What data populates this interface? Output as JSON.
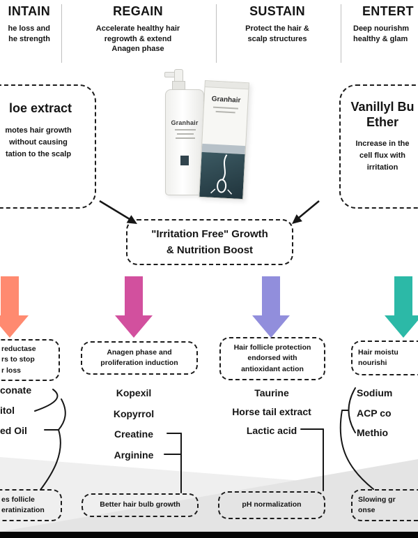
{
  "product": {
    "brand": "Granhair"
  },
  "center_box": {
    "text": "\"Irritation Free\" Growth\n& Nutrition Boost"
  },
  "left_box": {
    "title": "loe extract",
    "body": "motes hair growth\nwithout causing\ntation to the scalp"
  },
  "right_box": {
    "title": "Vanillyl Bu\nEther",
    "body": "Increase in the\ncell flux with\nirritation"
  },
  "columns": [
    {
      "header": "INTAIN",
      "subtitle": "he loss and\nhe strength",
      "arrow_color": "#ff8a70",
      "mechanism": "reductase\nrs to stop\nr loss",
      "ingredients": [
        "conate",
        "itol",
        "ed Oil"
      ],
      "outcome": "es follicle\neratinization"
    },
    {
      "header": "REGAIN",
      "subtitle": "Accelerate healthy hair\nregrowth & extend\nAnagen phase",
      "arrow_color": "#d2509e",
      "mechanism": "Anagen phase and\nproliferation induction",
      "ingredients": [
        "Kopexil",
        "Kopyrrol",
        "Creatine",
        "Arginine"
      ],
      "outcome": "Better hair bulb growth"
    },
    {
      "header": "SUSTAIN",
      "subtitle": "Protect the hair &\nscalp structures",
      "arrow_color": "#918edc",
      "mechanism": "Hair follicle protection\nendorsed with\nantioxidant action",
      "ingredients": [
        "Taurine",
        "Horse tail extract",
        "Lactic acid"
      ],
      "outcome": "pH normalization"
    },
    {
      "header": "ENTERT",
      "subtitle": "Deep nourishm\nhealthy & glam",
      "arrow_color": "#2cb9a7",
      "mechanism": "Hair moistu\nnourishi",
      "ingredients": [
        "Sodium",
        "ACP co",
        "Methio"
      ],
      "outcome": "Slowing gr\nonse"
    }
  ]
}
